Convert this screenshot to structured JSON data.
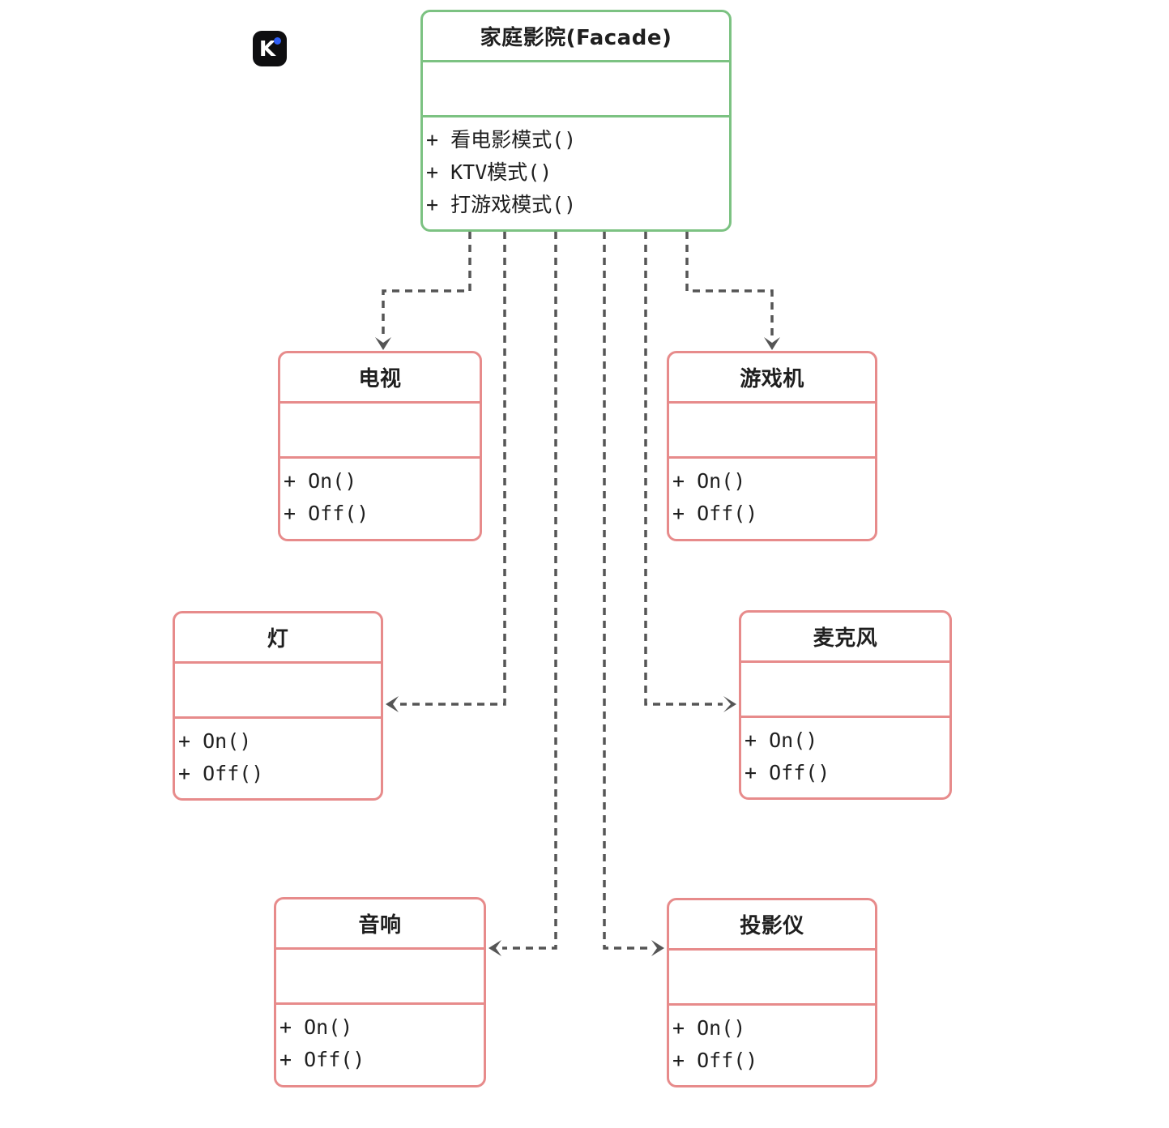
{
  "colors": {
    "facade-border": "#7cc282",
    "subsystem-border": "#e78b8b",
    "connector": "#555555",
    "text": "#1f1f1f",
    "logo-bg": "#0e0e10",
    "logo-letter": "#ffffff",
    "logo-dot": "#2f5ef6"
  },
  "logo": {
    "letter": "K"
  },
  "diagram": {
    "facade": {
      "title": "家庭影院(Facade)",
      "attributes": "",
      "methods": [
        "+ 看电影模式()",
        "+ KTV模式()",
        "+ 打游戏模式()"
      ]
    },
    "classes": [
      {
        "title": "电视",
        "attributes": "",
        "methods": [
          "+ On()",
          "+ Off()"
        ]
      },
      {
        "title": "游戏机",
        "attributes": "",
        "methods": [
          "+ On()",
          "+ Off()"
        ]
      },
      {
        "title": "灯",
        "attributes": "",
        "methods": [
          "+ On()",
          "+ Off()"
        ]
      },
      {
        "title": "麦克风",
        "attributes": "",
        "methods": [
          "+ On()",
          "+ Off()"
        ]
      },
      {
        "title": "音响",
        "attributes": "",
        "methods": [
          "+ On()",
          "+ Off()"
        ]
      },
      {
        "title": "投影仪",
        "attributes": "",
        "methods": [
          "+ On()",
          "+ Off()"
        ]
      }
    ],
    "relationships": [
      {
        "from": "家庭影院(Facade)",
        "to": "电视",
        "type": "dashed-arrow"
      },
      {
        "from": "家庭影院(Facade)",
        "to": "游戏机",
        "type": "dashed-arrow"
      },
      {
        "from": "家庭影院(Facade)",
        "to": "灯",
        "type": "dashed-arrow"
      },
      {
        "from": "家庭影院(Facade)",
        "to": "麦克风",
        "type": "dashed-arrow"
      },
      {
        "from": "家庭影院(Facade)",
        "to": "音响",
        "type": "dashed-arrow"
      },
      {
        "from": "家庭影院(Facade)",
        "to": "投影仪",
        "type": "dashed-arrow"
      }
    ]
  }
}
